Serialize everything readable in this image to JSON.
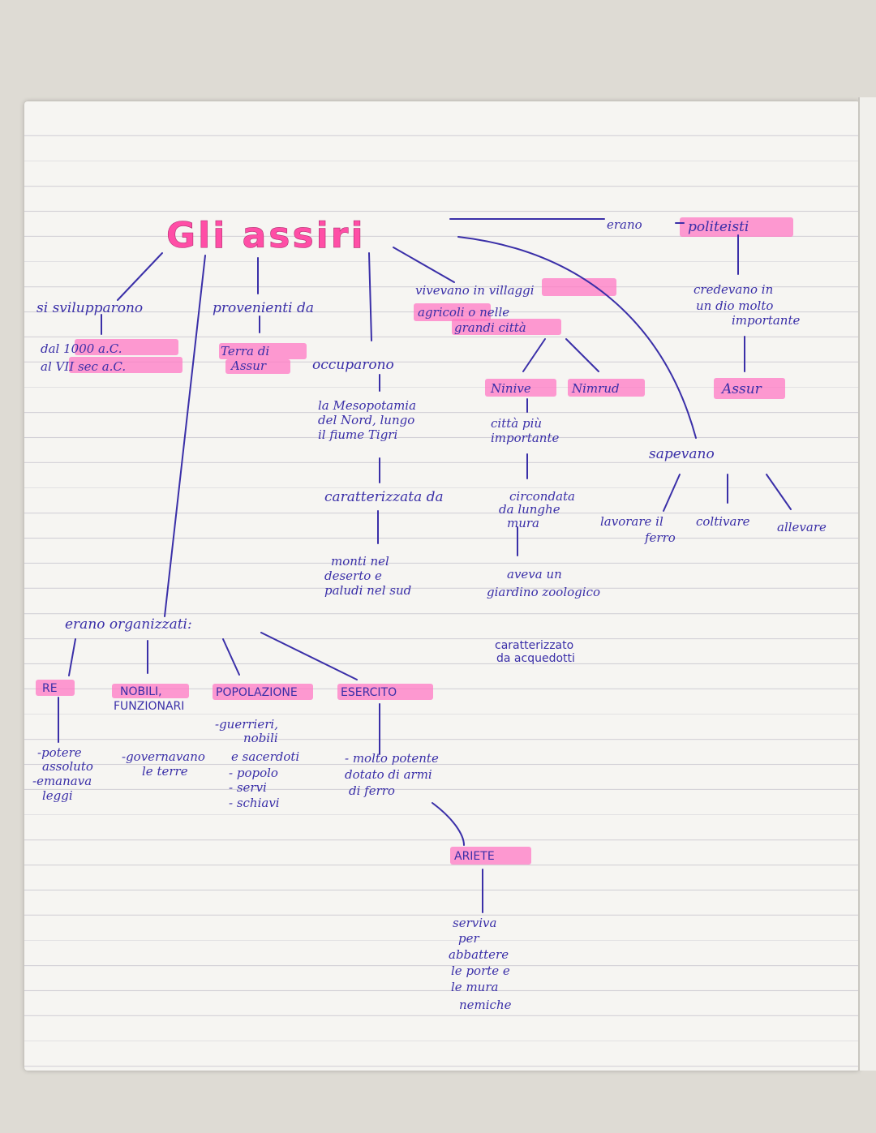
{
  "title": "Gli assiri",
  "branches": {
    "svilupparono": {
      "label": "si svilupparono",
      "detail": [
        "dal 1000 a.C.",
        "al VII sec a.C."
      ]
    },
    "provenienti": {
      "label": "provenienti da",
      "detail": [
        "Terra di",
        "Assur"
      ]
    },
    "occuparono": {
      "label": "occuparono",
      "detail": [
        "la Mesopotamia",
        "del Nord, lungo",
        "il fiume Tigri"
      ],
      "caratterizzata": "caratterizzata da",
      "geo": [
        "monti nel",
        "deserto e",
        "paludi nel sud"
      ]
    },
    "vivevano": {
      "label": [
        "vivevano in villaggi",
        "agricoli o nelle",
        "grandi città"
      ],
      "cities": [
        "Ninive",
        "Nimrud"
      ],
      "ninive_detail": [
        "città più",
        "importante"
      ],
      "circondata": [
        "circondata",
        "da lunghe",
        "mura"
      ],
      "giardino": [
        "aveva un",
        "giardino zoologico"
      ],
      "acquedotti": [
        "caratterizzato",
        "da acquedotti"
      ]
    },
    "religione": {
      "erano": "erano",
      "politeisti": "politeisti",
      "credevano": [
        "credevano in",
        "un dio molto",
        "importante"
      ],
      "dio": "Assur"
    },
    "sapevano": {
      "label": "sapevano",
      "skills": [
        [
          "lavorare il",
          "ferro"
        ],
        "coltivare",
        "allevare"
      ]
    },
    "organizzati": {
      "label": "erano organizzati:",
      "re": {
        "label": "RE",
        "items": [
          "-potere",
          "assoluto",
          "-emanava",
          "leggi"
        ]
      },
      "nobili": {
        "label": [
          "NOBILI,",
          "FUNZIONARI"
        ],
        "items": [
          "-governavano",
          "le terre"
        ]
      },
      "popolazione": {
        "label": "POPOLAZIONE",
        "items": [
          "-guerrieri,",
          "nobili",
          "e sacerdoti",
          "- popolo",
          "- servi",
          "- schiavi"
        ]
      },
      "esercito": {
        "label": "ESERCITO",
        "items": [
          "- molto potente",
          "dotato di armi",
          "di ferro"
        ],
        "ariete": {
          "label": "ARIETE",
          "items": [
            "serviva",
            "per",
            "abbattere",
            "le porte e",
            "le mura",
            "nemiche"
          ]
        }
      }
    }
  },
  "colors": {
    "ink": "#3a2fa8",
    "highlight": "#ff78c4",
    "title": "#ff4ea6"
  }
}
